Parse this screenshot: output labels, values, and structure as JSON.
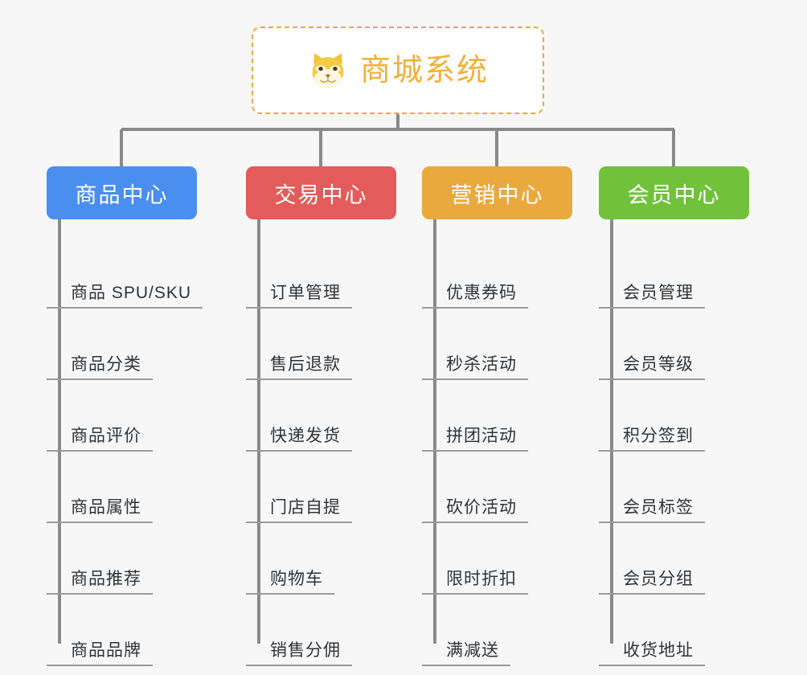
{
  "diagram": {
    "title": "商城系统",
    "type": "organization-tree",
    "background_color": "#f7f7f7",
    "root": {
      "label": "商城系统",
      "icon": "shiba-dog-face-emoji",
      "text_color": "#f0b039",
      "border_color": "#e9a93e",
      "fill_color": "#ffffff"
    },
    "connector_color": "#8a8a8a",
    "branches": [
      {
        "label": "商品中心",
        "color": "#4a8ef0",
        "items": [
          "商品 SPU/SKU",
          "商品分类",
          "商品评价",
          "商品属性",
          "商品推荐",
          "商品品牌"
        ]
      },
      {
        "label": "交易中心",
        "color": "#e45b5b",
        "items": [
          "订单管理",
          "售后退款",
          "快递发货",
          "门店自提",
          "购物车",
          "销售分佣"
        ]
      },
      {
        "label": "营销中心",
        "color": "#eaa93c",
        "items": [
          "优惠券码",
          "秒杀活动",
          "拼团活动",
          "砍价活动",
          "限时折扣",
          "满减送"
        ]
      },
      {
        "label": "会员中心",
        "color": "#72c13b",
        "items": [
          "会员管理",
          "会员等级",
          "积分签到",
          "会员标签",
          "会员分组",
          "收货地址"
        ]
      }
    ]
  }
}
